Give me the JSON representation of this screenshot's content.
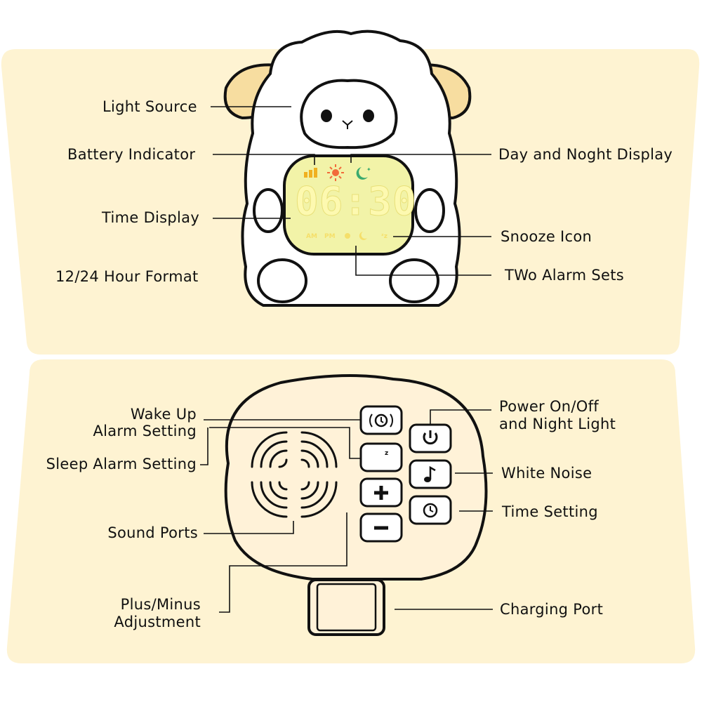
{
  "display": {
    "time": "06:30",
    "am_label": "AM",
    "pm_label": "PM",
    "zz_label": "ᶻz"
  },
  "colors": {
    "panel_bg": "#FEF3D2",
    "screen_bg": "#F2F3A8",
    "digits": "#FDF9B0",
    "ears": "#F7DDA0",
    "sun": "#F26B3A",
    "moon": "#3BAA6E",
    "battery": "#F0B020",
    "back_body": "#FFF2D8"
  },
  "labels": {
    "light_source": "Light Source",
    "battery_indicator": "Battery Indicator",
    "time_display": "Time Display",
    "hour_format": "12/24 Hour Format",
    "day_night_display": "Day and Noght Display",
    "snooze_icon": "Snooze Icon",
    "two_alarm_sets": "TWo Alarm Sets",
    "wake_up_alarm_1": "Wake Up",
    "wake_up_alarm_2": "Alarm Setting",
    "sleep_alarm": "Sleep Alarm Setting",
    "sound_ports": "Sound Ports",
    "plus_minus_1": "Plus/Minus",
    "plus_minus_2": "Adjustment",
    "power_1": "Power On/Off",
    "power_2": "and Night Light",
    "white_noise": "White Noise",
    "time_setting": "Time Setting",
    "charging_port": "Charging Port"
  },
  "icons": {
    "wake_alarm": "alarm-clock-icon",
    "sleep_alarm": "moon-stars-icon",
    "plus": "plus-icon",
    "minus": "minus-icon",
    "power": "power-icon",
    "white_noise": "music-note-icon",
    "time_setting": "clock-icon"
  }
}
